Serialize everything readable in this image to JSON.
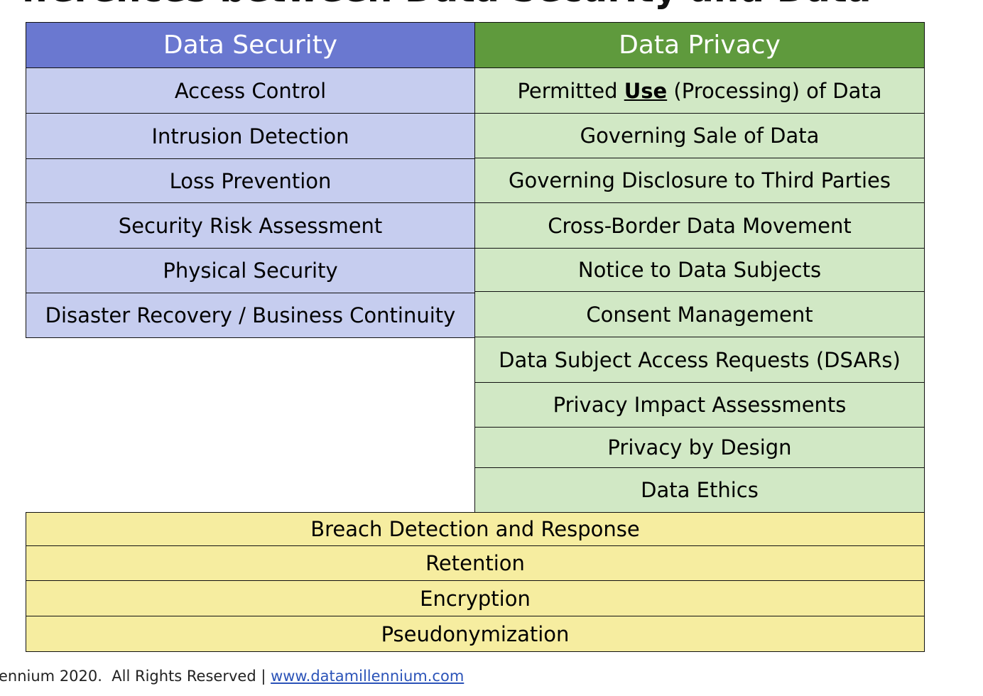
{
  "title_partial": "fferences between Data Security and Data",
  "headers": {
    "security": "Data Security",
    "privacy": "Data Privacy"
  },
  "security_items": [
    "Access Control",
    "Intrusion Detection",
    "Loss Prevention",
    "Security Risk Assessment",
    "Physical Security",
    "Disaster Recovery / Business Continuity"
  ],
  "privacy_first": {
    "before": "Permitted ",
    "emphasis": "Use",
    "after": " (Processing) of Data"
  },
  "privacy_items": [
    "Governing Sale of Data",
    "Governing Disclosure to Third Parties",
    "Cross-Border Data Movement",
    "Notice to Data Subjects",
    "Consent Management",
    "Data Subject Access Requests (DSARs)",
    "Privacy Impact Assessments",
    "Privacy by Design",
    "Data Ethics"
  ],
  "shared_items": [
    "Breach Detection and Response",
    "Retention",
    "Encryption",
    "Pseudonymization"
  ],
  "footer": {
    "text": "ennium 2020.  All Rights Reserved | ",
    "link": "www.datamillennium.com"
  },
  "colors": {
    "security_header": "#6a78d0",
    "security_cell": "#c6cdef",
    "privacy_header": "#5f9a3d",
    "privacy_cell": "#d1e8c5",
    "shared_cell": "#f6eda0"
  }
}
